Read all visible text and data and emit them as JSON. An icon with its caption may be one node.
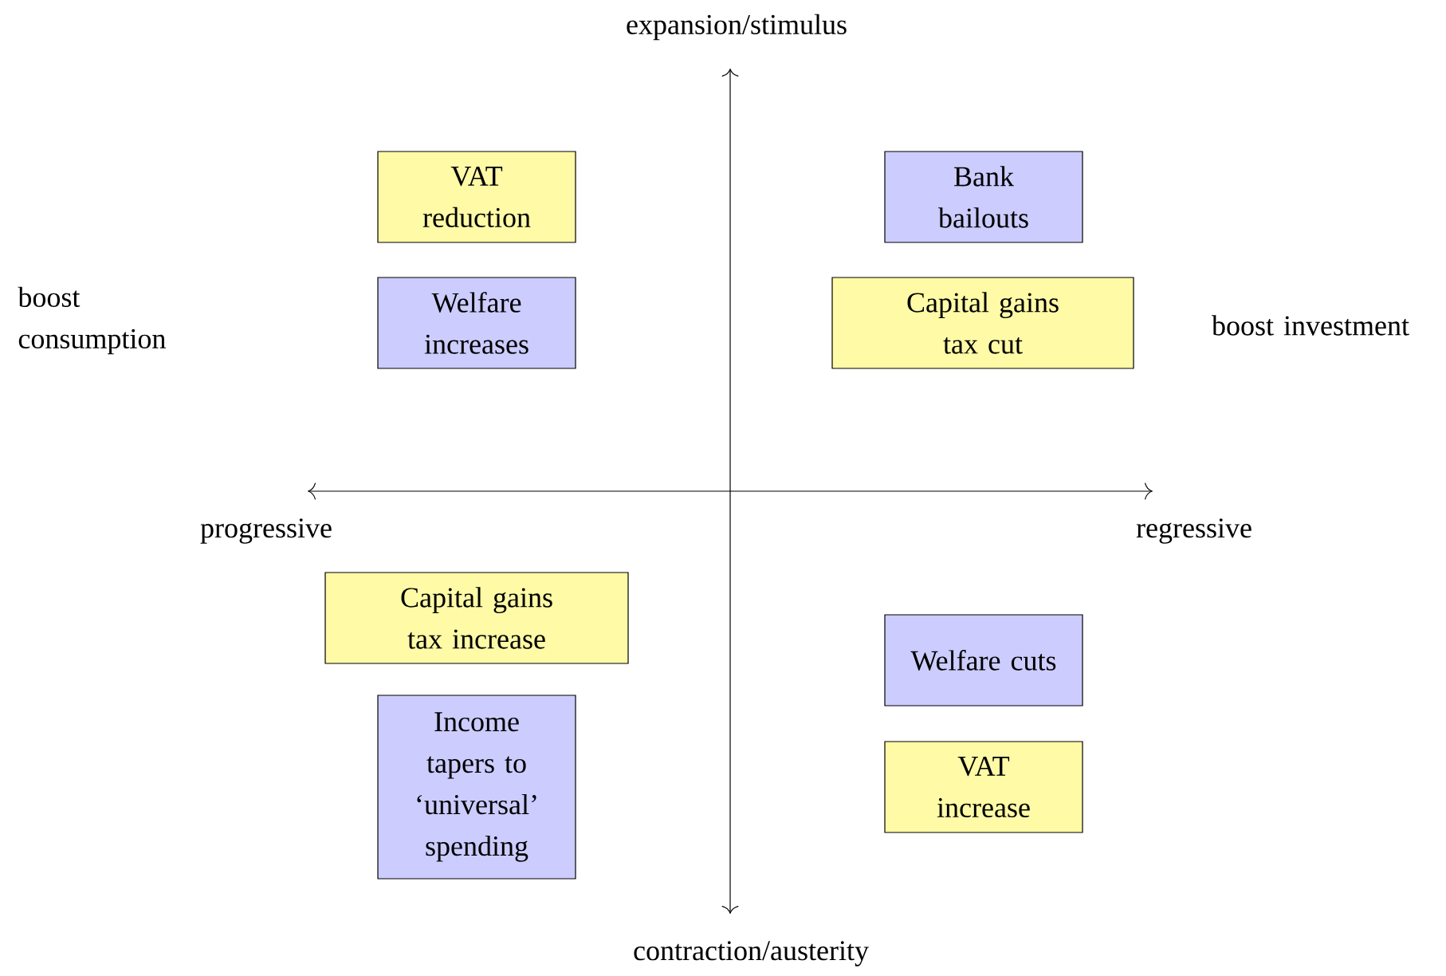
{
  "diagram": {
    "nodes": [
      {
        "text": [
          "VAT reduction"
        ]
      },
      {
        "text": [
          "Welfare increases"
        ]
      },
      {
        "text": [
          "Bank bailouts"
        ]
      },
      {
        "text": [
          "Capital gains tax cut"
        ]
      },
      {
        "text": [
          "Capital gains tax increase"
        ]
      },
      {
        "text": [
          "Income tapers to ‘universal’ spending"
        ]
      },
      {
        "text": [
          "Welfare cuts"
        ]
      },
      {
        "text": [
          "VAT increase"
        ]
      }
    ],
    "labels": [
      "expansion/stimulus",
      "boost consumption",
      "boost investment",
      "progressive",
      "regressive",
      "contraction/austerity"
    ]
  }
}
